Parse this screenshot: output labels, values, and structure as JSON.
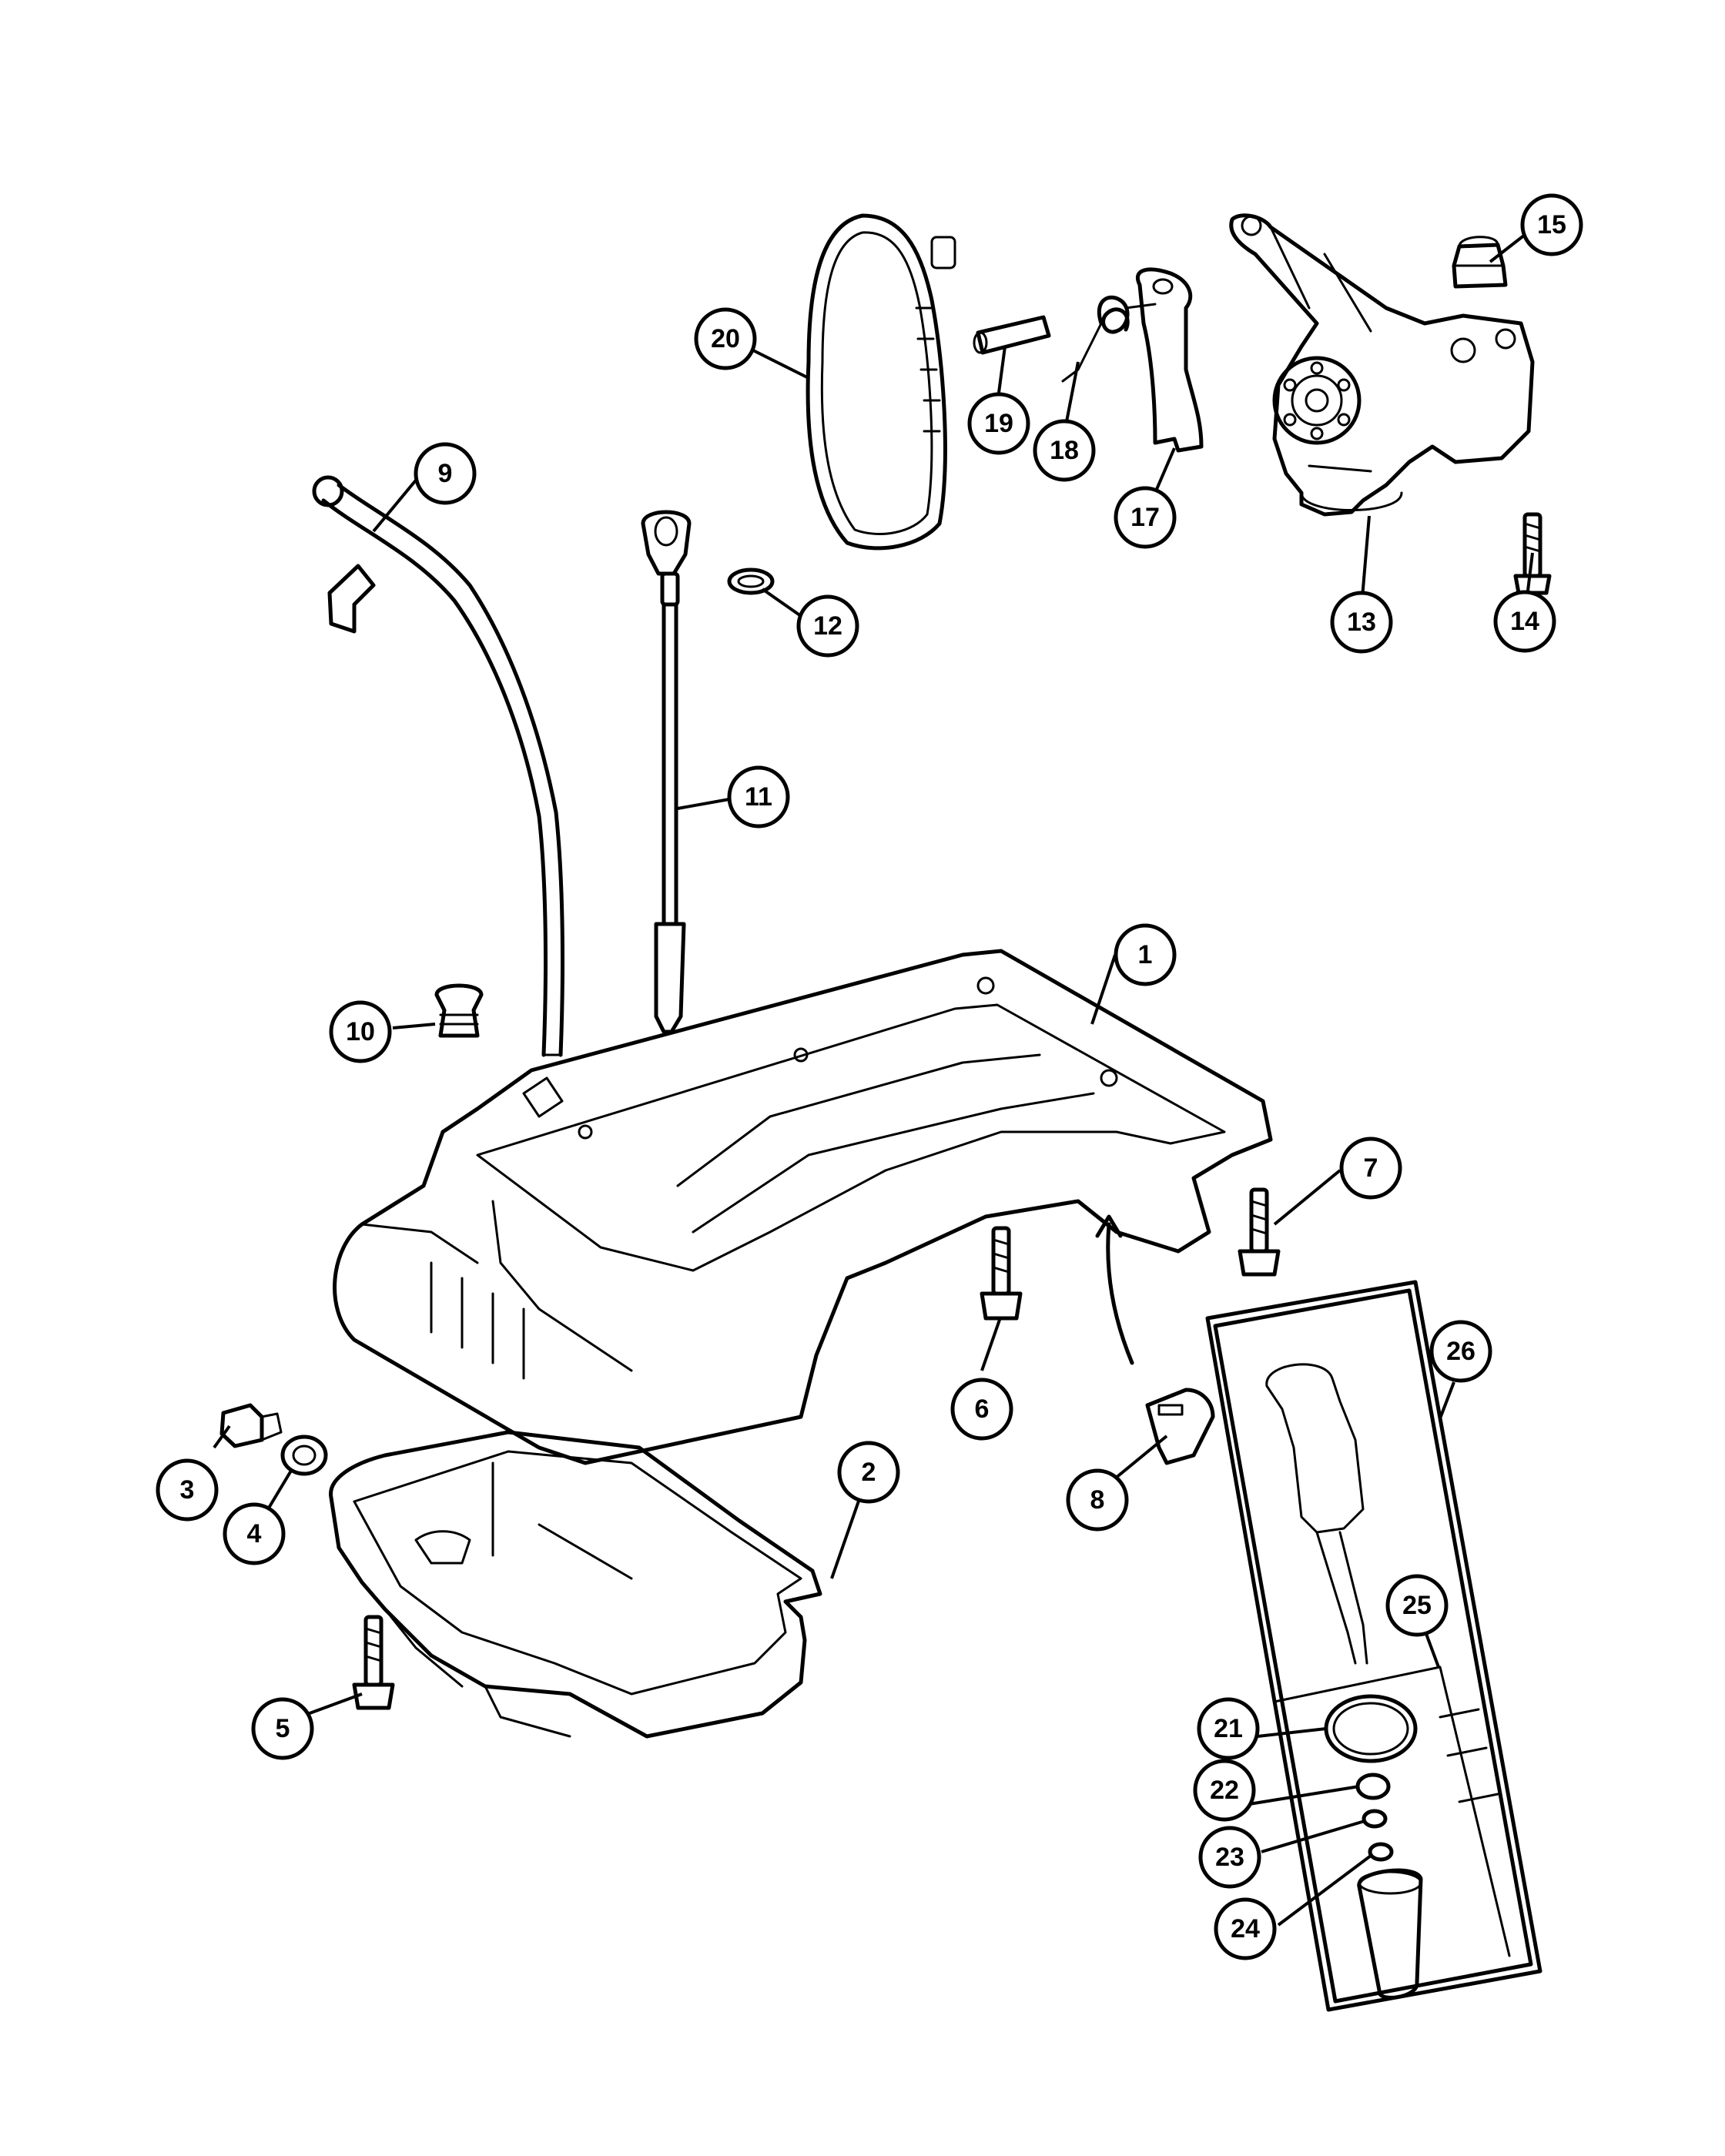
{
  "callouts": [
    {
      "id": "1",
      "label": "1"
    },
    {
      "id": "2",
      "label": "2"
    },
    {
      "id": "3",
      "label": "3"
    },
    {
      "id": "4",
      "label": "4"
    },
    {
      "id": "5",
      "label": "5"
    },
    {
      "id": "6",
      "label": "6"
    },
    {
      "id": "7",
      "label": "7"
    },
    {
      "id": "8",
      "label": "8"
    },
    {
      "id": "9",
      "label": "9"
    },
    {
      "id": "10",
      "label": "10"
    },
    {
      "id": "11",
      "label": "11"
    },
    {
      "id": "12",
      "label": "12"
    },
    {
      "id": "13",
      "label": "13"
    },
    {
      "id": "14",
      "label": "14"
    },
    {
      "id": "15",
      "label": "15"
    },
    {
      "id": "17",
      "label": "17"
    },
    {
      "id": "18",
      "label": "18"
    },
    {
      "id": "19",
      "label": "19"
    },
    {
      "id": "20",
      "label": "20"
    },
    {
      "id": "21",
      "label": "21"
    },
    {
      "id": "22",
      "label": "22"
    },
    {
      "id": "23",
      "label": "23"
    },
    {
      "id": "24",
      "label": "24"
    },
    {
      "id": "25",
      "label": "25"
    },
    {
      "id": "26",
      "label": "26"
    }
  ]
}
